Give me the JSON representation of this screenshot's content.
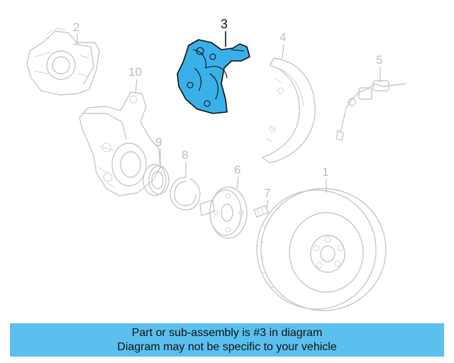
{
  "diagram": {
    "highlight_color": "#3ab0e8",
    "ghost_color": "#c8c8c8",
    "callouts": [
      {
        "id": "1",
        "label": "1"
      },
      {
        "id": "2",
        "label": "2"
      },
      {
        "id": "3",
        "label": "3",
        "active": true
      },
      {
        "id": "4",
        "label": "4"
      },
      {
        "id": "5",
        "label": "5"
      },
      {
        "id": "6",
        "label": "6"
      },
      {
        "id": "7",
        "label": "7"
      },
      {
        "id": "8",
        "label": "8"
      },
      {
        "id": "9",
        "label": "9"
      },
      {
        "id": "10",
        "label": "10"
      }
    ]
  },
  "banner": {
    "color": "#5bc0ee",
    "line1": "Part or sub-assembly is #3 in diagram",
    "line2": "Diagram may not be specific to your vehicle"
  }
}
